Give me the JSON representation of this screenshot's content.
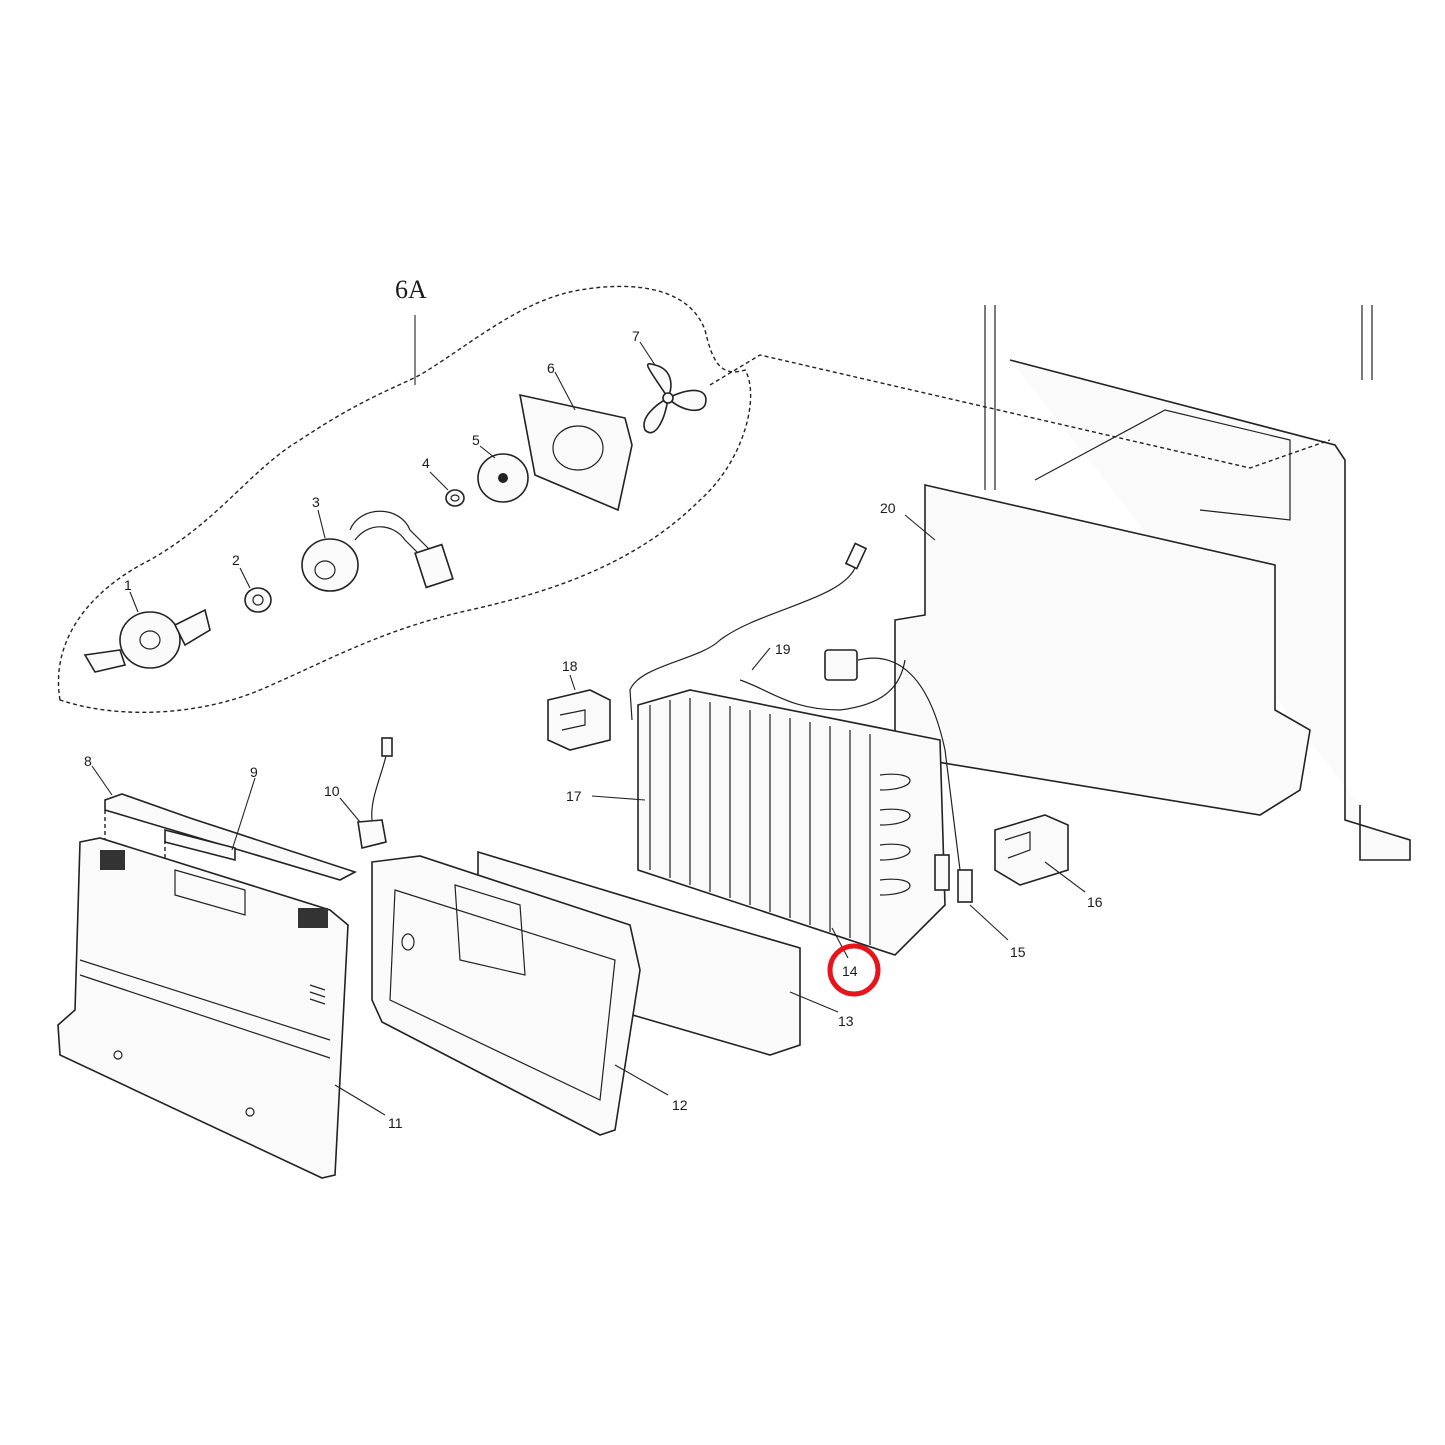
{
  "diagram": {
    "type": "exploded-parts-diagram",
    "group_label": "6A",
    "highlight": {
      "part": "14",
      "color": "#e8141b"
    },
    "parts": [
      {
        "id": "1",
        "label": "1"
      },
      {
        "id": "2",
        "label": "2"
      },
      {
        "id": "3",
        "label": "3"
      },
      {
        "id": "4",
        "label": "4"
      },
      {
        "id": "5",
        "label": "5"
      },
      {
        "id": "6",
        "label": "6"
      },
      {
        "id": "7",
        "label": "7"
      },
      {
        "id": "8",
        "label": "8"
      },
      {
        "id": "9",
        "label": "9"
      },
      {
        "id": "10",
        "label": "10"
      },
      {
        "id": "11",
        "label": "11"
      },
      {
        "id": "12",
        "label": "12"
      },
      {
        "id": "13",
        "label": "13"
      },
      {
        "id": "14",
        "label": "14"
      },
      {
        "id": "15",
        "label": "15"
      },
      {
        "id": "16",
        "label": "16"
      },
      {
        "id": "17",
        "label": "17"
      },
      {
        "id": "18",
        "label": "18"
      },
      {
        "id": "19",
        "label": "19"
      },
      {
        "id": "20",
        "label": "20"
      }
    ]
  }
}
